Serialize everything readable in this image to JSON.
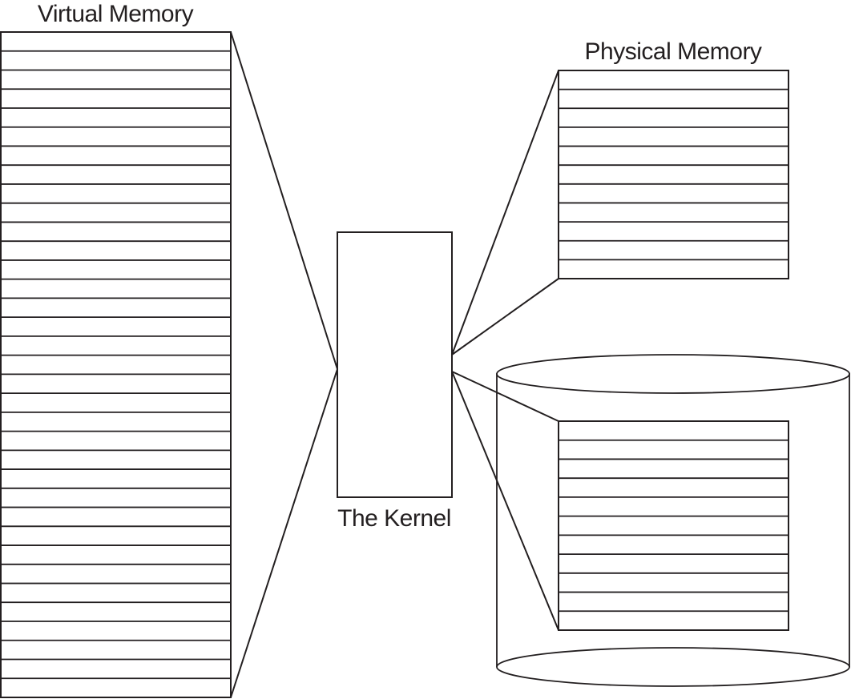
{
  "diagram": {
    "title": "Virtual memory mapping through the kernel",
    "nodes": {
      "virtual_memory": {
        "label": "Virtual Memory",
        "page_count": 35
      },
      "kernel": {
        "label": "The Kernel"
      },
      "physical_memory": {
        "label": "Physical Memory",
        "page_count": 11
      },
      "disk": {
        "label": "",
        "shape": "cylinder"
      },
      "swap": {
        "label": "",
        "page_count": 11,
        "container": "disk"
      }
    },
    "edges": [
      {
        "from": "virtual_memory",
        "to": "kernel"
      },
      {
        "from": "kernel",
        "to": "physical_memory"
      },
      {
        "from": "kernel",
        "to": "swap"
      }
    ],
    "colors": {
      "stroke": "#231f20",
      "background": "#ffffff"
    }
  }
}
